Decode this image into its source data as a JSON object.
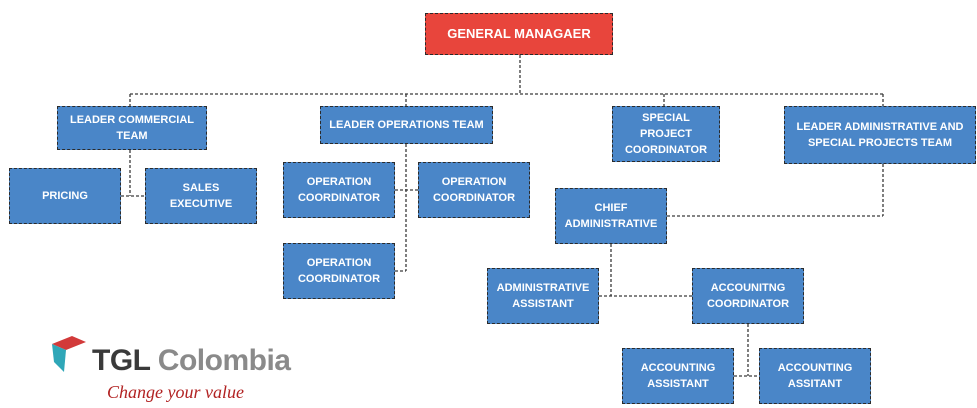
{
  "colors": {
    "root": "#e8453c",
    "node": "#4a86c8",
    "line": "#3a3a3a"
  },
  "org_chart": {
    "root": {
      "id": "gm",
      "label": "GENERAL MANAGAER"
    },
    "nodes": [
      {
        "id": "lct",
        "label": "LEADER COMMERCIAL\nTEAM",
        "reports_to": "gm"
      },
      {
        "id": "lot",
        "label": "LEADER OPERATIONS TEAM",
        "reports_to": "gm"
      },
      {
        "id": "spc",
        "label": "SPECIAL PROJECT\nCOORDINATOR",
        "reports_to": "gm"
      },
      {
        "id": "lat",
        "label": "LEADER ADMINISTRATIVE AND\nSPECIAL PROJECTS TEAM",
        "reports_to": "gm"
      },
      {
        "id": "pricing",
        "label": "PRICING",
        "reports_to": "lct"
      },
      {
        "id": "sales",
        "label": "SALES EXECUTIVE",
        "reports_to": "lct"
      },
      {
        "id": "op1",
        "label": "OPERATION\nCOORDINATOR",
        "reports_to": "lot"
      },
      {
        "id": "op2",
        "label": "OPERATION\nCOORDINATOR",
        "reports_to": "lot"
      },
      {
        "id": "op3",
        "label": "OPERATION\nCOORDINATOR",
        "reports_to": "lot"
      },
      {
        "id": "chief",
        "label": "CHIEF\nADMINISTRATIVE",
        "reports_to": "lat"
      },
      {
        "id": "adm",
        "label": "ADMINISTRATIVE\nASSISTANT",
        "reports_to": "chief"
      },
      {
        "id": "accc",
        "label": "ACCOUNITNG\nCOORDINATOR",
        "reports_to": "chief"
      },
      {
        "id": "aa1",
        "label": "ACCOUNTING\nASSISTANT",
        "reports_to": "accc"
      },
      {
        "id": "aa2",
        "label": "ACCOUNTING\nASSITANT",
        "reports_to": "accc"
      }
    ]
  },
  "logo": {
    "name_part1": "TGL",
    "name_part2": " Colombia",
    "tagline": "Change your value"
  }
}
